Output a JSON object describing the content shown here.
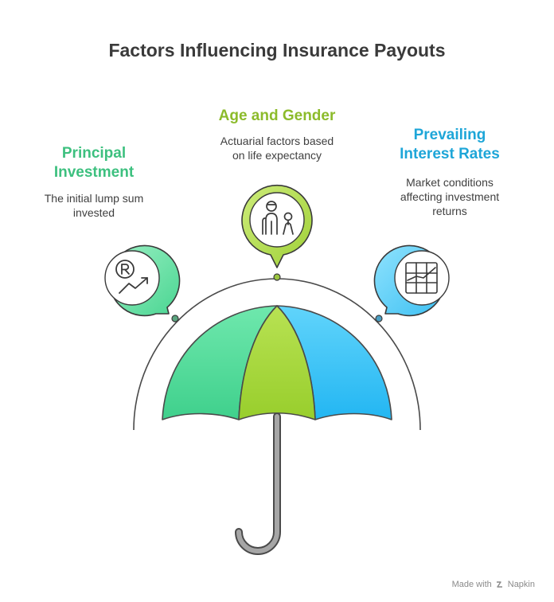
{
  "title": "Factors Influencing Insurance Payouts",
  "factors": [
    {
      "heading_lines": [
        "Principal",
        "Investment"
      ],
      "desc_lines": [
        "The initial lump sum",
        "invested"
      ],
      "color": "#3dc07f",
      "icon": "rupee-growth-icon"
    },
    {
      "heading_lines": [
        "Age and Gender"
      ],
      "desc_lines": [
        "Actuarial factors based",
        "on life expectancy"
      ],
      "color": "#8cbb2b",
      "icon": "elderly-man-and-girl-icon"
    },
    {
      "heading_lines": [
        "Prevailing",
        "Interest Rates"
      ],
      "desc_lines": [
        "Market conditions",
        "affecting investment",
        "returns"
      ],
      "color": "#1ea6d8",
      "icon": "rising-chart-icon"
    }
  ],
  "umbrella": {
    "left_color": "#4fdc9a",
    "middle_color": "#a6d83c",
    "right_color": "#3dc4f6",
    "handle_color": "#9e9e9e"
  },
  "footer": {
    "made_with": "Made with",
    "brand": "Napkin",
    "icon": "napkin-logo-icon"
  }
}
